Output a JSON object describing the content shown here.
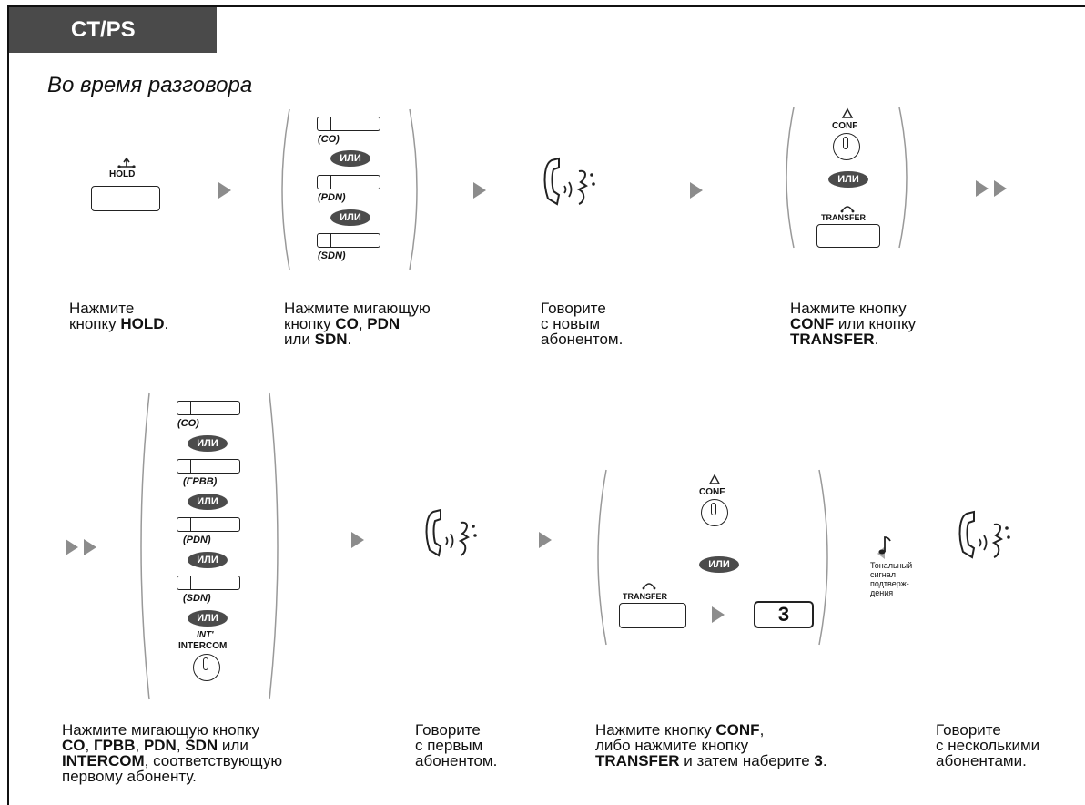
{
  "tab_label": "CT/PS",
  "title": "Во время разговора",
  "row1": {
    "hold_label": "HOLD",
    "co_label": "(CO)",
    "pdn_label": "(PDN)",
    "sdn_label": "(SDN)",
    "or_label": "ИЛИ",
    "conf_label": "CONF",
    "transfer_label": "TRANSFER",
    "captions": {
      "c1_l1": "Нажмите",
      "c1_l2a": "кнопку ",
      "c1_l2b": "HOLD",
      "c1_l2c": ".",
      "c2_l1": "Нажмите мигающую",
      "c2_l2a": "кнопку ",
      "c2_l2b": "CO",
      "c2_l2c": ", ",
      "c2_l2d": "PDN",
      "c2_l3a": "или ",
      "c2_l3b": "SDN",
      "c2_l3c": ".",
      "c3_l1": "Говорите",
      "c3_l2": "с новым",
      "c3_l3": "абонентом.",
      "c4_l1": "Нажмите кнопку",
      "c4_l2a": "CONF",
      "c4_l2b": " или кнопку",
      "c4_l3a": "TRANSFER",
      "c4_l3b": "."
    }
  },
  "row2": {
    "co_label": "(CO)",
    "grvv_label": "(ГРВВ)",
    "pdn_label": "(PDN)",
    "sdn_label": "(SDN)",
    "or_label": "ИЛИ",
    "int_label": "INT'",
    "intercom_label": "INTERCOM",
    "conf_label": "CONF",
    "transfer_label": "TRANSFER",
    "dial_digit": "3",
    "tone_l1": "Тональный",
    "tone_l2": "сигнал",
    "tone_l3": "подтверж-",
    "tone_l4": "дения",
    "captions": {
      "d1_l1": "Нажмите мигающую кнопку",
      "d1_l2a": "CO",
      "d1_l2b": ", ",
      "d1_l2c": "ГРВВ",
      "d1_l2d": ", ",
      "d1_l2e": "PDN",
      "d1_l2f": ", ",
      "d1_l2g": "SDN",
      "d1_l2h": " или",
      "d1_l3a": "INTERCOM",
      "d1_l3b": ", соответствующую",
      "d1_l4": "первому абоненту.",
      "d2_l1": "Говорите",
      "d2_l2": "с первым",
      "d2_l3": "абонентом.",
      "d3_l1a": "Нажмите кнопку ",
      "d3_l1b": "CONF",
      "d3_l1c": ",",
      "d3_l2": "либо нажмите кнопку",
      "d3_l3a": "TRANSFER",
      "d3_l3b": " и затем наберите ",
      "d3_l3c": "3",
      "d3_l3d": ".",
      "d4_l1": "Говорите",
      "d4_l2": "с несколькими",
      "d4_l3": "абонентами."
    }
  }
}
